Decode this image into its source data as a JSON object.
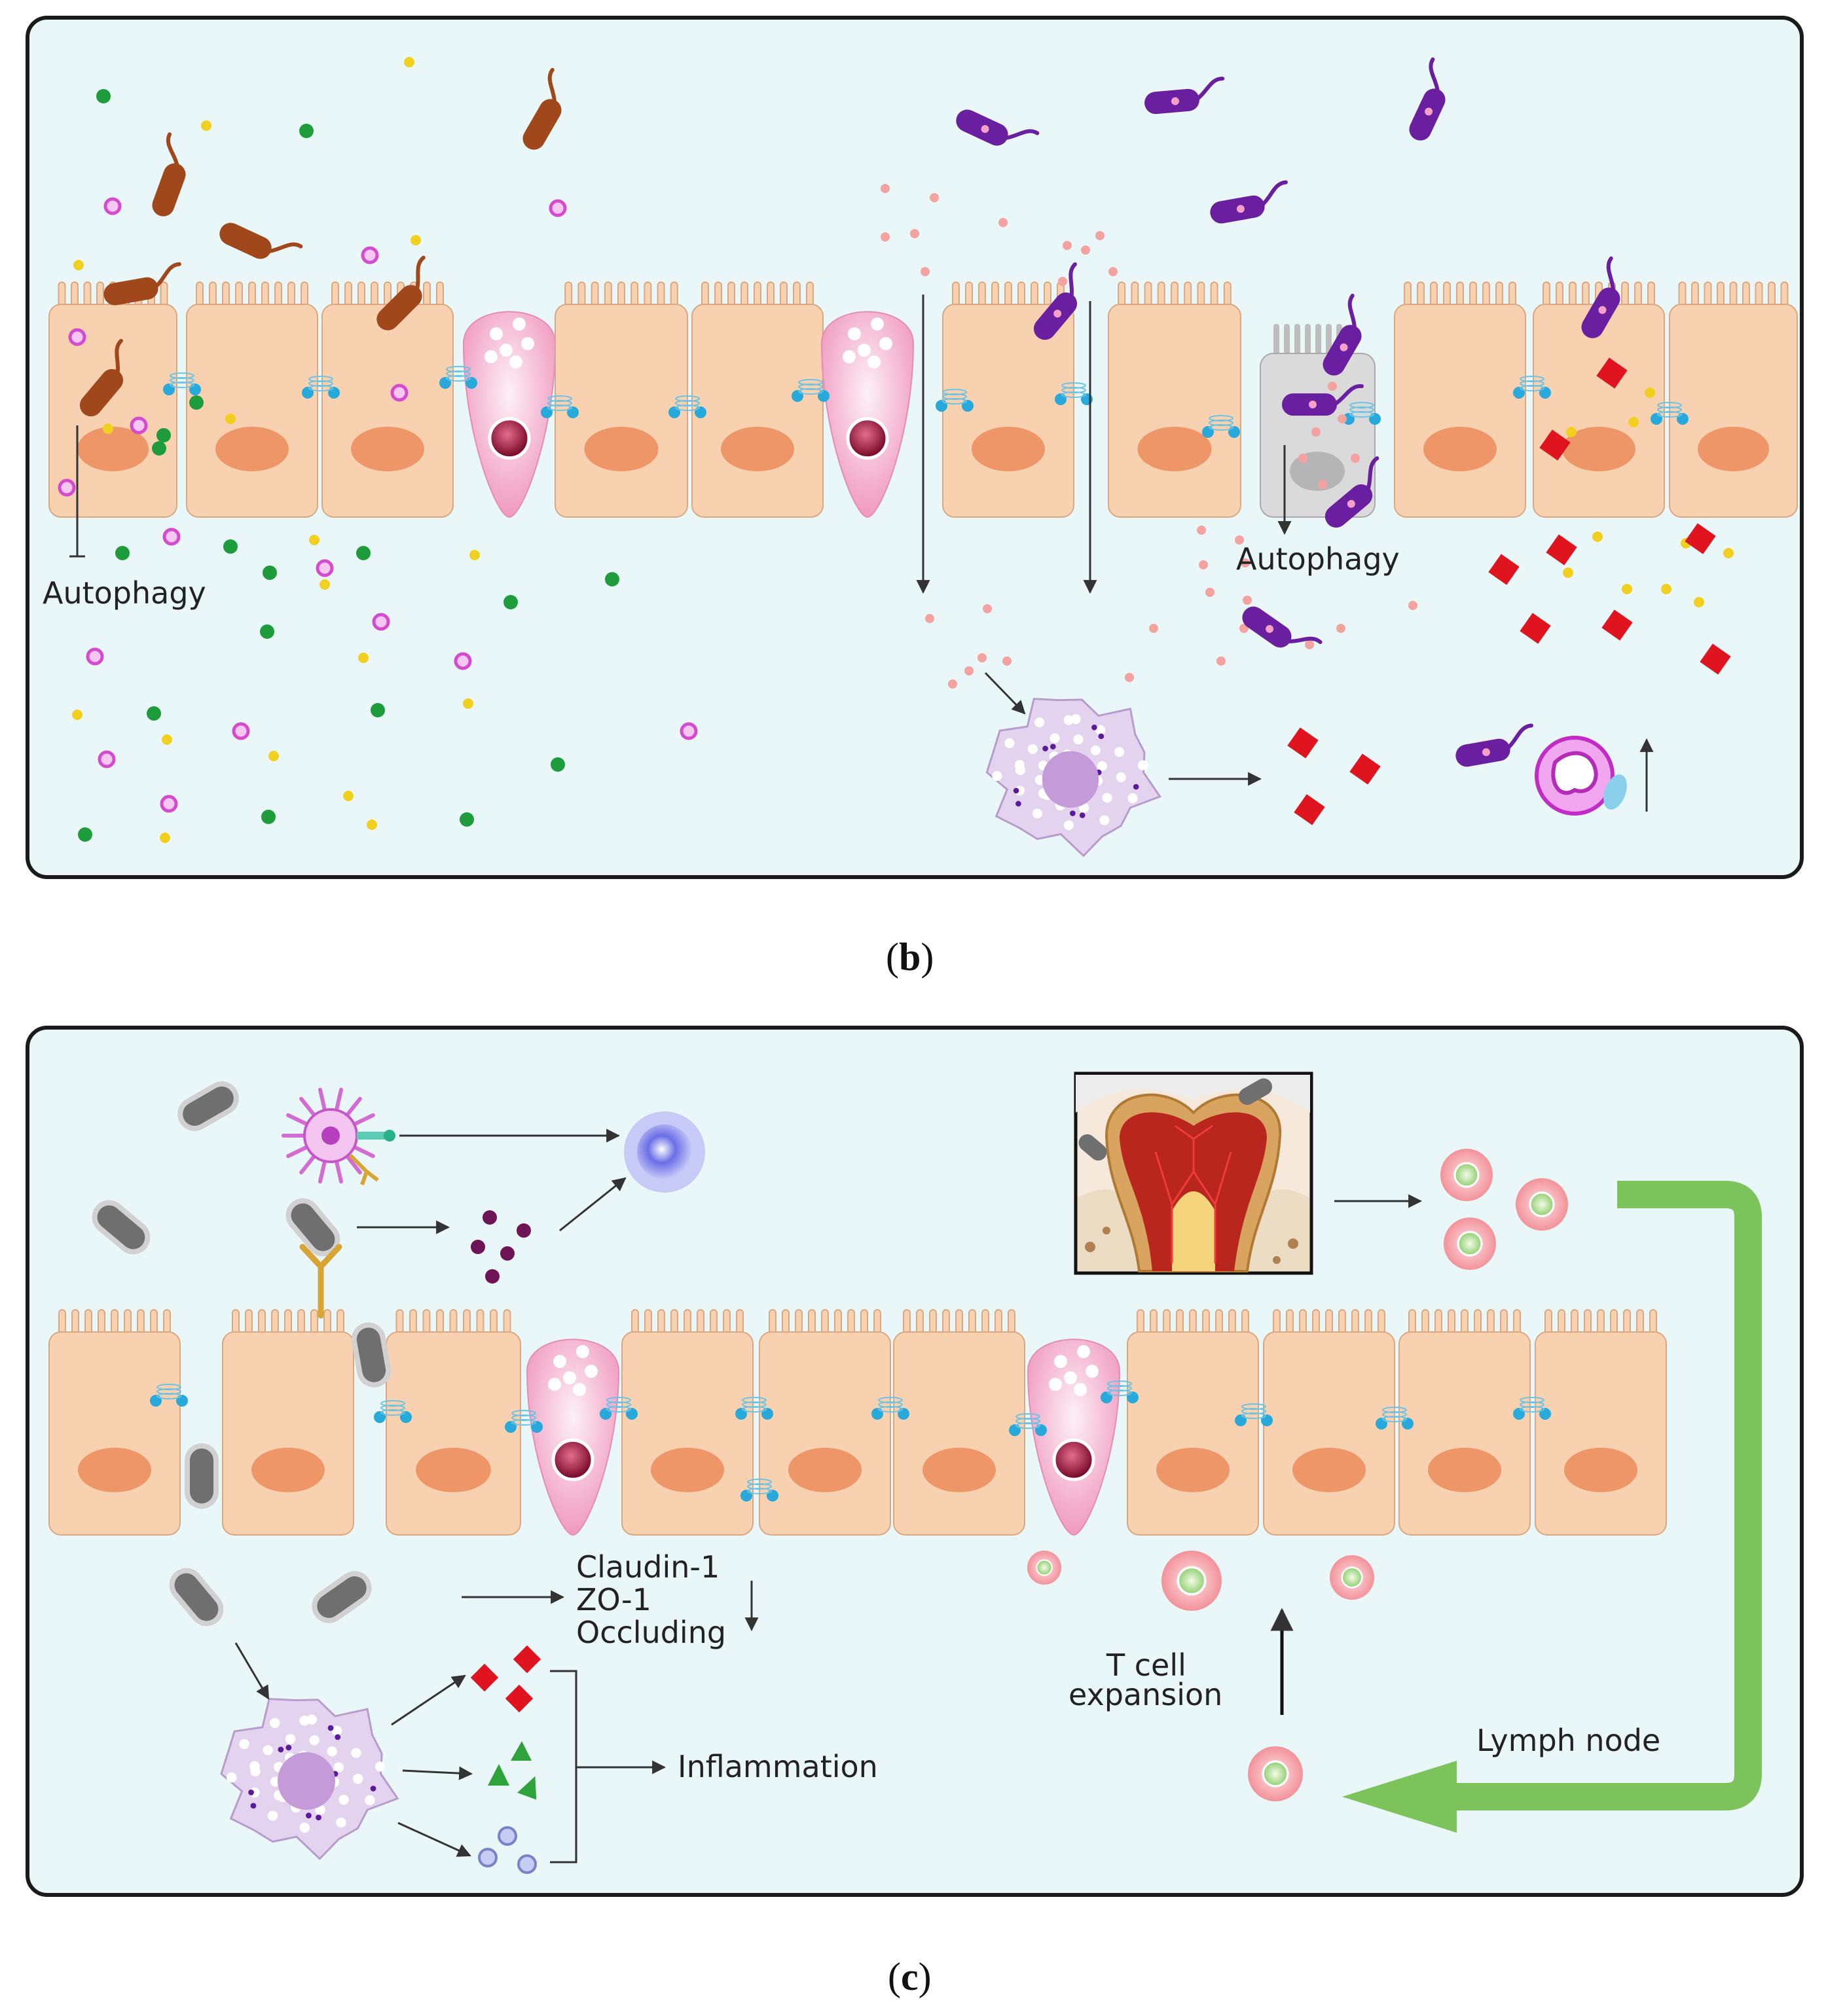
{
  "panel_b": {
    "caption_letter": "b",
    "labels": {
      "autophagy_left": "Autophagy",
      "autophagy_right": "Autophagy"
    }
  },
  "panel_c": {
    "caption_letter": "c",
    "labels": {
      "claudin": "Claudin-1",
      "zo1": "ZO-1",
      "occluding": "Occluding",
      "inflammation": "Inflammation",
      "tcell_1": "T cell",
      "tcell_2": "expansion",
      "lymph_node": "Lymph node"
    }
  },
  "colors": {
    "panel_bg": "#eaf7f8",
    "panel_border": "#1a1a1a",
    "epithelial": "#f8d2b0",
    "nucleus": "#ef9668",
    "goblet": "#f2a6c6",
    "junction": "#27a9dc",
    "bacteria_brown": "#a0471b",
    "bacteria_purple": "#6a1fa0",
    "bacteria_gray": "#6f6f6f",
    "cytokine_red": "#e0141f",
    "lymph_arrow": "#7cc35b",
    "macrophage": "#e4d3ee",
    "dot_green": "#1e9c3c",
    "dot_yellow": "#f2d020",
    "dot_magenta": "#d54bd0",
    "dot_salmon": "#f4a3a0"
  },
  "icons": [
    "rod-bacterium-icon",
    "flagellated-bacterium-icon",
    "epithelial-cell-icon",
    "goblet-cell-icon",
    "tight-junction-icon",
    "macrophage-icon",
    "neutrophil-icon",
    "dendritic-cell-icon",
    "b-cell-icon",
    "t-cell-icon",
    "tooth-icon",
    "cytokine-icon"
  ]
}
